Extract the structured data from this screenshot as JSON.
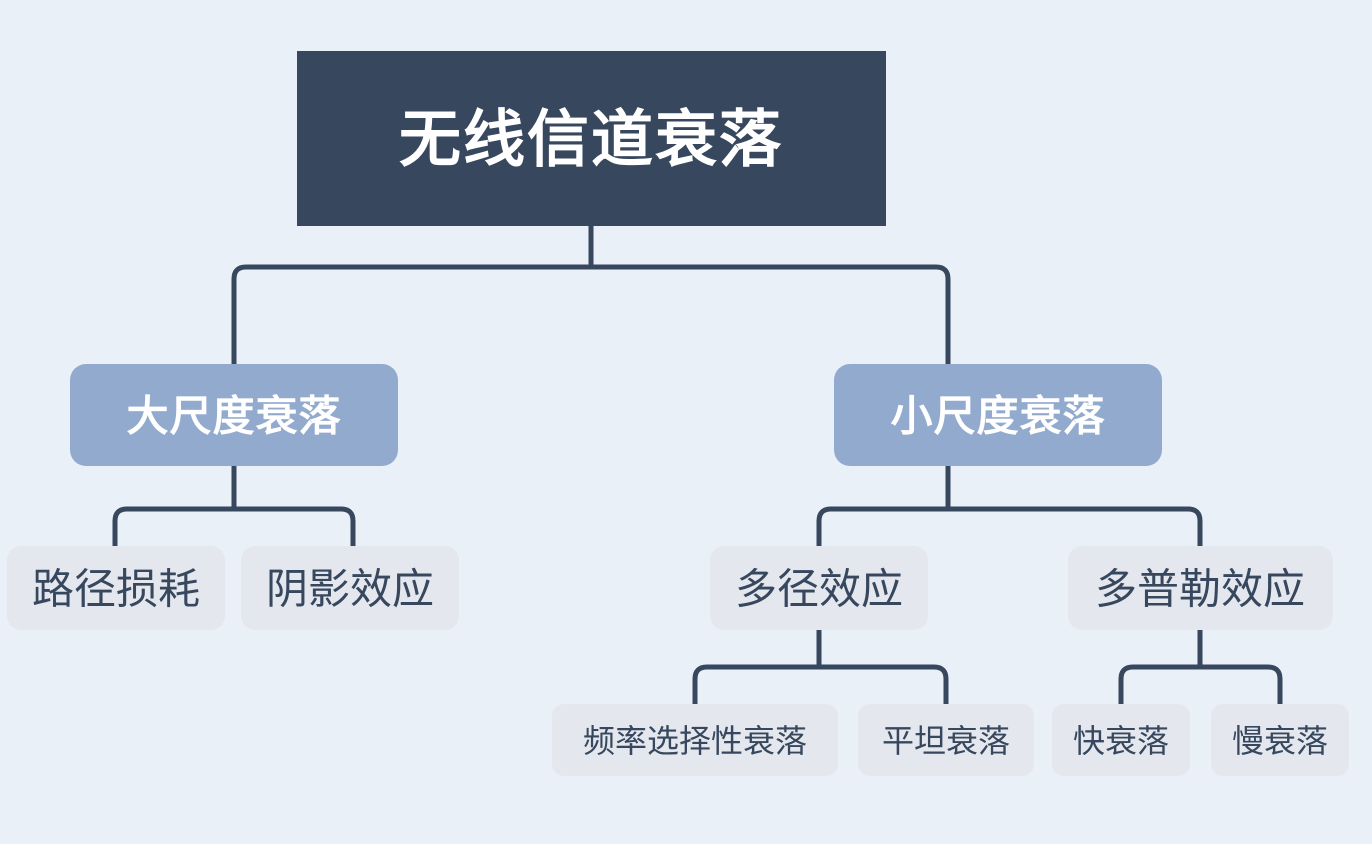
{
  "diagram": {
    "title": "无线信道衰落",
    "type": "tree",
    "background_color": "#eaf0f8",
    "palette": {
      "root_fill": "#37475e",
      "root_text": "#ffffff",
      "level2_fill": "#93aacf",
      "level2_text": "#ffffff",
      "level3_fill": "#e4e8ee",
      "level3_text": "#37475e",
      "level4_fill": "#e4e8ee",
      "level4_text": "#37475e",
      "connector": "#37475e"
    },
    "nodes": {
      "root": {
        "label": "无线信道衰落"
      },
      "large_scale": {
        "label": "大尺度衰落"
      },
      "small_scale": {
        "label": "小尺度衰落"
      },
      "path_loss": {
        "label": "路径损耗"
      },
      "shadowing": {
        "label": "阴影效应"
      },
      "multipath": {
        "label": "多径效应"
      },
      "doppler": {
        "label": "多普勒效应"
      },
      "freq_selective_fading": {
        "label": "频率选择性衰落"
      },
      "flat_fading": {
        "label": "平坦衰落"
      },
      "fast_fading": {
        "label": "快衰落"
      },
      "slow_fading": {
        "label": "慢衰落"
      }
    }
  }
}
